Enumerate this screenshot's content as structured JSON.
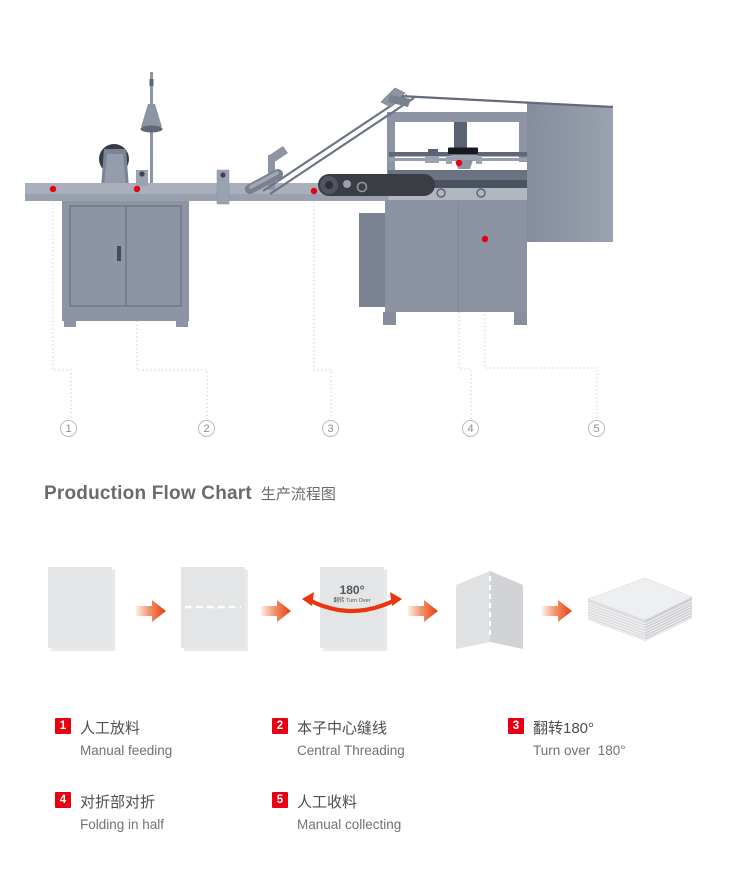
{
  "machine": {
    "callouts": [
      "1",
      "2",
      "3",
      "4",
      "5"
    ]
  },
  "flow": {
    "title_en": "Production Flow Chart",
    "title_zh": "生产流程图",
    "turn_card": {
      "degrees": "180°",
      "caption": "翻转 Turn Over"
    },
    "steps": [
      {
        "num": "1",
        "zh": "人工放料",
        "en": "Manual feeding"
      },
      {
        "num": "2",
        "zh": "本子中心缝线",
        "en": "Central Threading"
      },
      {
        "num": "3",
        "zh": "翻转180°",
        "en": "Turn over  180°"
      },
      {
        "num": "4",
        "zh": "对折部对折",
        "en": "Folding in half"
      },
      {
        "num": "5",
        "zh": "人工收料",
        "en": "Manual collecting"
      }
    ]
  },
  "colors": {
    "marker_red": "#e60012",
    "arrow_red": "#e63c10",
    "machine_gray": "#8b93a3",
    "dark_band": "#4a5261",
    "paper_gray": "#e4e5e6"
  }
}
